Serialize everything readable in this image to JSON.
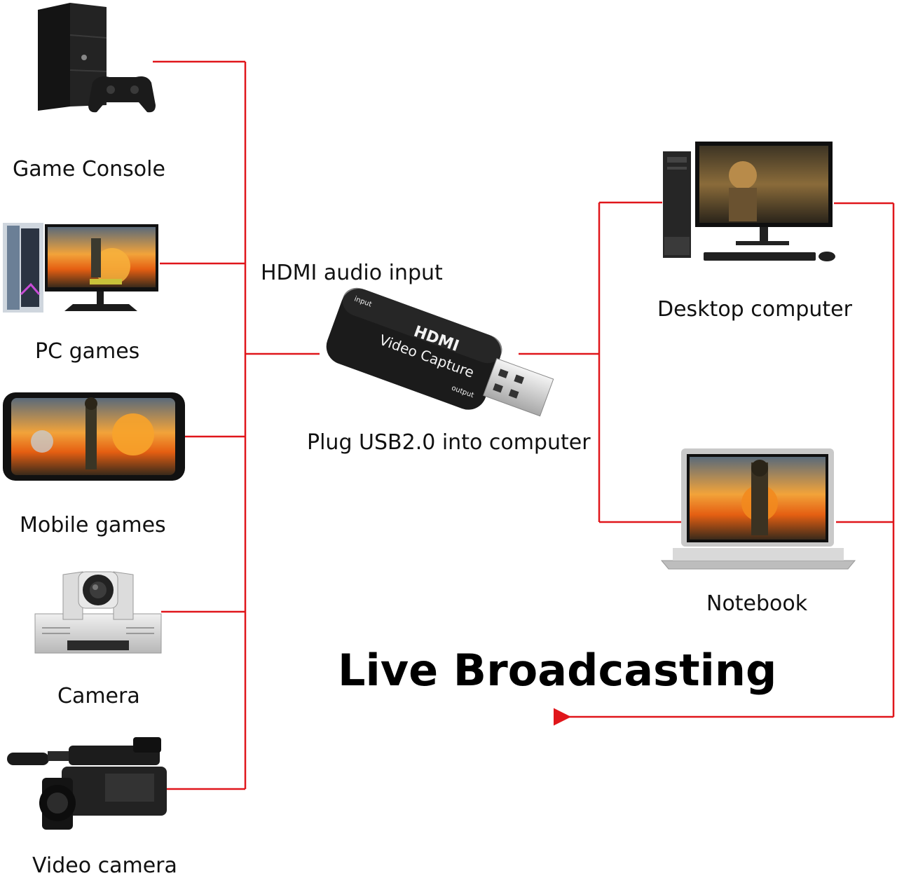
{
  "sources": [
    {
      "id": "game-console",
      "label": "Game Console"
    },
    {
      "id": "pc-games",
      "label": "PC games"
    },
    {
      "id": "mobile-games",
      "label": "Mobile games"
    },
    {
      "id": "camera",
      "label": "Camera"
    },
    {
      "id": "video-camera",
      "label": "Video camera"
    }
  ],
  "capture_device": {
    "input_label": "HDMI audio input",
    "usb_label": "Plug USB2.0 into computer",
    "brand": "HDMI",
    "name": "Video Capture",
    "port_in": "input",
    "port_out": "output"
  },
  "targets": [
    {
      "id": "desktop",
      "label": "Desktop computer"
    },
    {
      "id": "notebook",
      "label": "Notebook"
    }
  ],
  "output_label": "Live Broadcasting",
  "colors": {
    "line": "#e0161b",
    "device_body": "#1a1a1a",
    "screen_fire": "#f08a1c"
  }
}
